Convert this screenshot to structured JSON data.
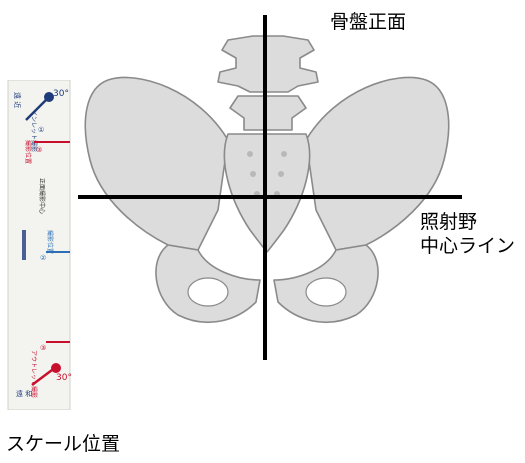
{
  "labels": {
    "pelvis_ap": "骨盤正面",
    "beam_center_line": "照射野\n中心ライン",
    "scale_position": "スケール位置"
  },
  "scale": {
    "top_corner": "遠 近",
    "bottom_corner": "遠 和",
    "top_angle": "30°",
    "bottom_angle": "30°",
    "inlet_label": "インレット撮影",
    "outlet_label": "アウトレット撮影",
    "marker_1": "①",
    "marker_2": "②",
    "marker_3": "③",
    "center_text": "正面撮影中心",
    "standing_label": "撮影位置",
    "mid_label": "撮影位置"
  },
  "colors": {
    "scale_navy": "#1f3b7a",
    "scale_red": "#c8102e",
    "scale_blue": "#2d6fb5",
    "bone_fill": "#dcdcdc",
    "bone_stroke": "#8a8a8a"
  }
}
